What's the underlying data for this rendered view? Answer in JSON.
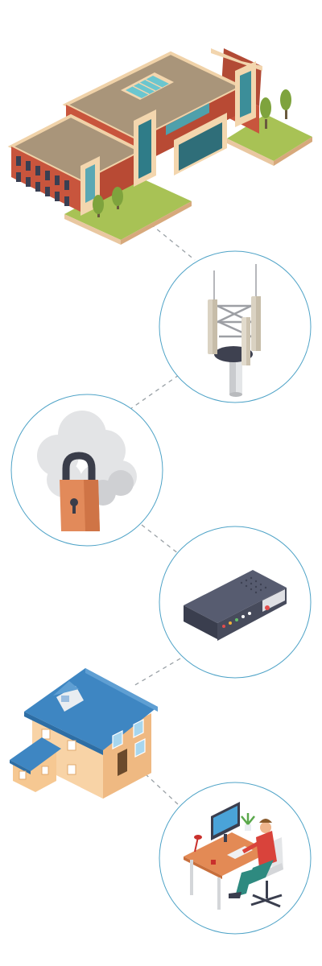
{
  "diagram": {
    "type": "connectivity-flow",
    "nodes": [
      {
        "id": "school",
        "icon": "school-building-icon",
        "framed": false
      },
      {
        "id": "tower",
        "icon": "cell-tower-icon",
        "framed": true
      },
      {
        "id": "cloud",
        "icon": "cloud-lock-icon",
        "framed": true
      },
      {
        "id": "router",
        "icon": "router-modem-icon",
        "framed": true
      },
      {
        "id": "house",
        "icon": "house-icon",
        "framed": false
      },
      {
        "id": "desk",
        "icon": "person-at-computer-icon",
        "framed": true
      }
    ],
    "links": [
      [
        "school",
        "tower"
      ],
      [
        "tower",
        "cloud"
      ],
      [
        "cloud",
        "router"
      ],
      [
        "router",
        "house"
      ],
      [
        "house",
        "desk"
      ]
    ]
  },
  "colors": {
    "ring": "#4fa3c7",
    "connector": "#9aa1a6",
    "brick": "#c8553d",
    "roof": "#a9957a",
    "grass": "#a8c255",
    "house_roof": "#3e86c2",
    "house_wall": "#f6c892",
    "router": "#4b5063",
    "lock": "#e28a5a"
  }
}
